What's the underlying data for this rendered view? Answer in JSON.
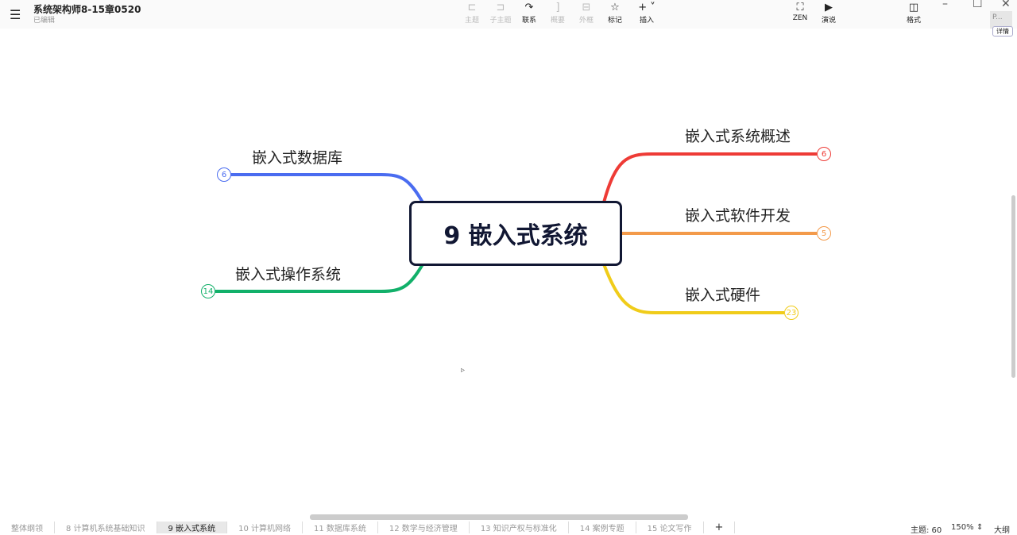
{
  "header": {
    "title": "系统架构师8-15章0520",
    "status": "已编辑"
  },
  "toolbar": [
    {
      "label": "主题",
      "icon": "topic-icon",
      "enabled": false
    },
    {
      "label": "子主题",
      "icon": "subtopic-icon",
      "enabled": false
    },
    {
      "label": "联系",
      "icon": "relationship-icon",
      "enabled": true
    },
    {
      "label": "概要",
      "icon": "summary-icon",
      "enabled": false
    },
    {
      "label": "外框",
      "icon": "boundary-icon",
      "enabled": false
    },
    {
      "label": "标记",
      "icon": "star-icon",
      "enabled": true
    },
    {
      "label": "插入",
      "icon": "plus-icon",
      "enabled": true
    }
  ],
  "right_tools": {
    "zen": "ZEN",
    "present": "演说",
    "format": "格式",
    "avatar": "P...",
    "detail": "详情"
  },
  "mindmap": {
    "center": "9 嵌入式系统",
    "branches": [
      {
        "label": "嵌入式数据库",
        "count": "6",
        "color": "#4a6cf0",
        "side": "left"
      },
      {
        "label": "嵌入式操作系统",
        "count": "14",
        "color": "#12b06a",
        "side": "left"
      },
      {
        "label": "嵌入式系统概述",
        "count": "6",
        "color": "#ee3b36",
        "side": "right"
      },
      {
        "label": "嵌入式软件开发",
        "count": "5",
        "color": "#f39a4a",
        "side": "right"
      },
      {
        "label": "嵌入式硬件",
        "count": "23",
        "color": "#f0cc1a",
        "side": "right"
      }
    ]
  },
  "tabs": [
    {
      "label": "整体纲领",
      "active": false
    },
    {
      "label": "8 计算机系统基础知识",
      "active": false
    },
    {
      "label": "9 嵌入式系统",
      "active": true
    },
    {
      "label": "10 计算机网络",
      "active": false
    },
    {
      "label": "11 数据库系统",
      "active": false
    },
    {
      "label": "12 数学与经济管理",
      "active": false
    },
    {
      "label": "13 知识产权与标准化",
      "active": false
    },
    {
      "label": "14 案例专题",
      "active": false
    },
    {
      "label": "15 论文写作",
      "active": false
    }
  ],
  "status": {
    "topics": "主题: 60",
    "zoom": "150%",
    "outline": "大纲"
  }
}
